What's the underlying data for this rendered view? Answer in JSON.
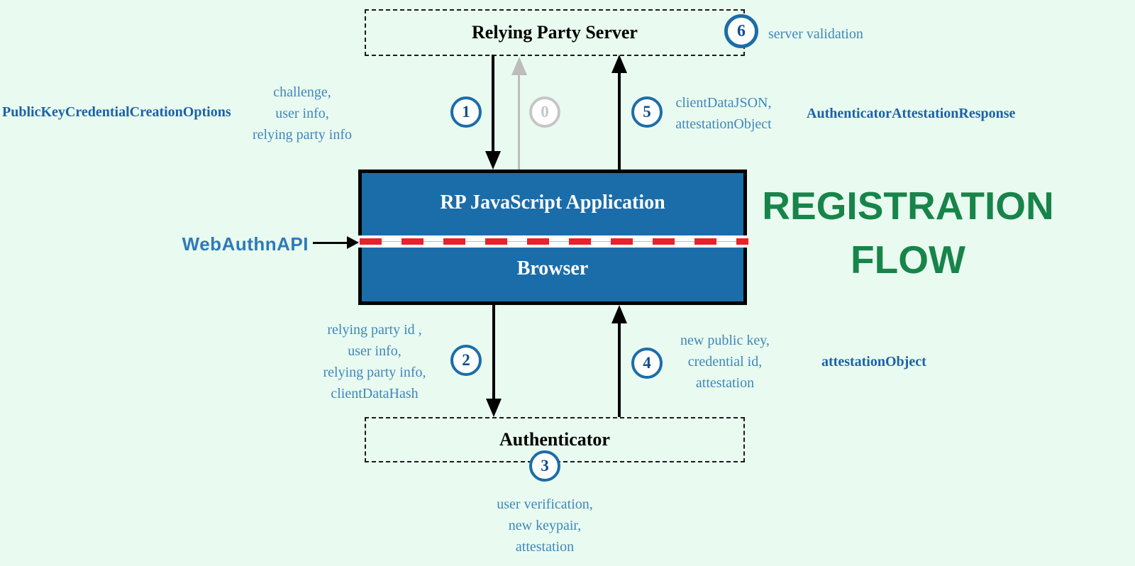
{
  "flow_title": {
    "line1": "REGISTRATION",
    "line2": "FLOW"
  },
  "boxes": {
    "relying_party_server": "Relying Party Server",
    "rp_js_application": "RP JavaScript Application",
    "browser": "Browser",
    "authenticator": "Authenticator"
  },
  "webauthn_api_label": "WebAuthnAPI",
  "side_labels": {
    "creation_options": "PublicKeyCredentialCreationOptions",
    "attestation_response": "AuthenticatorAttestationResponse",
    "attestation_object": "attestationObject"
  },
  "steps": {
    "step0": {
      "number": "0"
    },
    "step1": {
      "number": "1",
      "lines": [
        "challenge,",
        "user info,",
        "relying party info"
      ]
    },
    "step2": {
      "number": "2",
      "lines": [
        "relying party id ,",
        "user info,",
        "relying party info,",
        "clientDataHash"
      ]
    },
    "step3": {
      "number": "3",
      "lines": [
        "user verification,",
        "new keypair,",
        "attestation"
      ]
    },
    "step4": {
      "number": "4",
      "lines": [
        "new public key,",
        "credential id,",
        "attestation"
      ]
    },
    "step5": {
      "number": "5",
      "lines": [
        "clientDataJSON,",
        "attestationObject"
      ]
    },
    "step6": {
      "number": "6",
      "label": "server validation"
    }
  },
  "colors": {
    "background": "#e9fbf0",
    "box_blue": "#1b6da9",
    "badge_blue": "#1b6da9",
    "badge_gray": "#c6c6c6",
    "text_light_blue": "#3f86bd",
    "text_dark_blue": "#1b62a6",
    "title_green": "#178449",
    "api_line_red": "#e92128",
    "arrow_black": "#000000",
    "arrow_gray": "#bcbcbc"
  }
}
